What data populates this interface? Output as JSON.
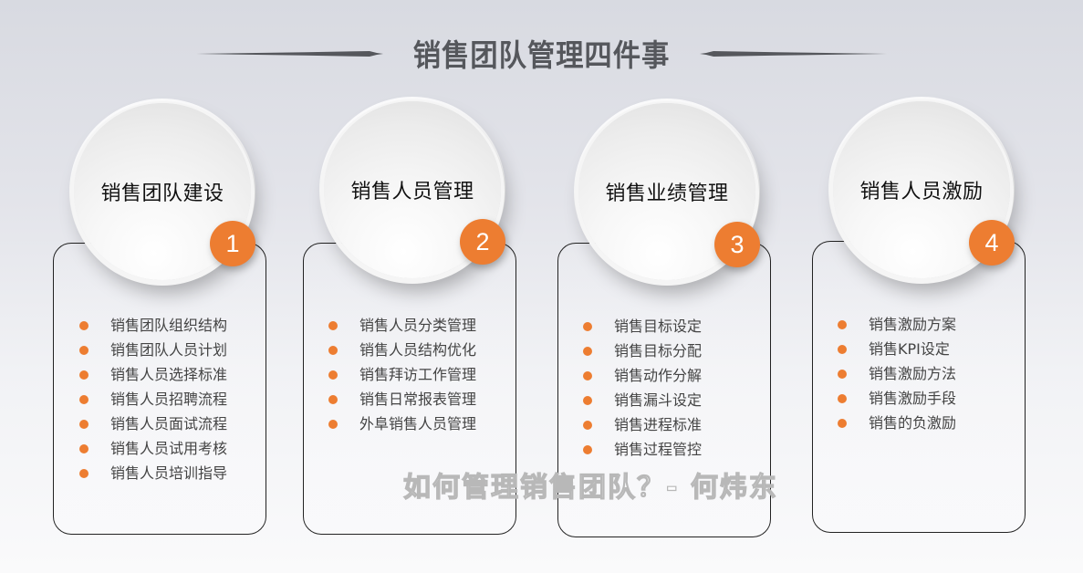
{
  "header": {
    "title": "销售团队管理四件事"
  },
  "colors": {
    "accent": "#ED7D31",
    "title": "#55575C",
    "text": "#444444",
    "card_border": "#222222"
  },
  "sections": [
    {
      "number": "1",
      "title": "销售团队建设",
      "items": [
        "销售团队组织结构",
        "销售团队人员计划",
        "销售人员选择标准",
        "销售人员招聘流程",
        "销售人员面试流程",
        "销售人员试用考核",
        "销售人员培训指导"
      ]
    },
    {
      "number": "2",
      "title": "销售人员管理",
      "items": [
        "销售人员分类管理",
        "销售人员结构优化",
        "销售拜访工作管理",
        "销售日常报表管理",
        "外阜销售人员管理"
      ]
    },
    {
      "number": "3",
      "title": "销售业绩管理",
      "items": [
        "销售目标设定",
        "销售目标分配",
        "销售动作分解",
        "销售漏斗设定",
        "销售进程标准",
        "销售过程管控"
      ]
    },
    {
      "number": "4",
      "title": "销售人员激励",
      "items": [
        "销售激励方案",
        "销售KPI设定",
        "销售激励方法",
        "销售激励手段",
        "销售的负激励"
      ]
    }
  ],
  "watermark": "如何管理销售团队？- 何炜东"
}
